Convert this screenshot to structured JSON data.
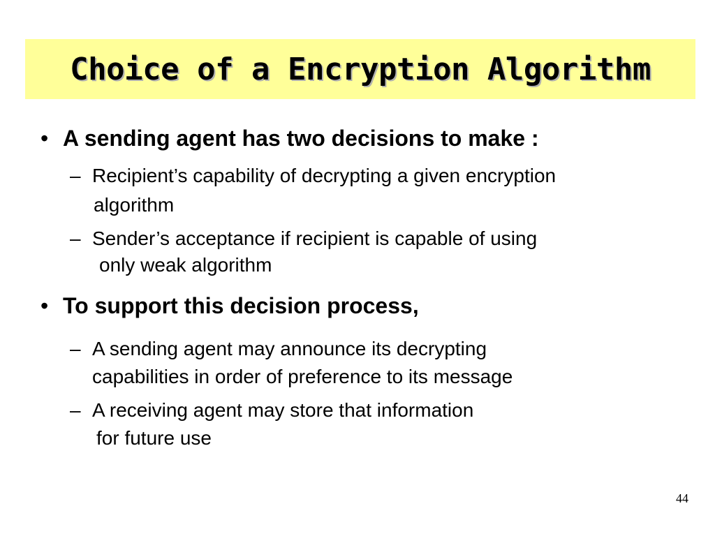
{
  "slide": {
    "title": "Choice of a Encryption Algorithm",
    "bullets": [
      {
        "text": "A sending agent has two decisions to make :",
        "subs": [
          {
            "line1": "Recipient’s capability of decrypting a given encryption",
            "line2": "algorithm"
          },
          {
            "line1": "Sender’s acceptance if recipient is capable of using",
            "line2": "only weak algorithm"
          }
        ]
      },
      {
        "text": "To support this decision process,",
        "subs": [
          {
            "line1": "A sending agent may announce its decrypting",
            "line2": "capabilities in order of preference to its message"
          },
          {
            "line1": "A receiving agent may store that information",
            "line2": "for future use"
          }
        ]
      }
    ],
    "bullet_symbol": "•",
    "dash_symbol": "–",
    "page_number": "44",
    "colors": {
      "title_background": "#ffff99",
      "text": "#000000"
    }
  }
}
